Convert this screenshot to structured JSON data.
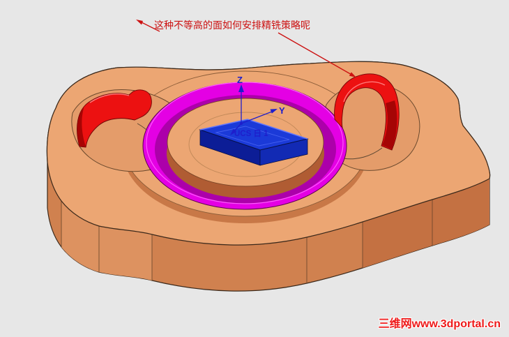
{
  "app": {
    "background": "#e7e7e7"
  },
  "annotation": {
    "text": "这种不等高的面如何安排精铣策略呢",
    "color": "#cc1111"
  },
  "ucs": {
    "z_label": "Z",
    "y_label": "Y",
    "origin_label": "UCS 日 1",
    "color": "#1e1ecc"
  },
  "watermark": {
    "text": "三维网www.3dportal.cn",
    "color": "#ee1a1a"
  },
  "model": {
    "colors": {
      "top_face": "#eca673",
      "front_face": "#d0814f",
      "red_face": "#ec1111",
      "magenta_ring": "#e400e4",
      "blue_boss": "#1b3ad8",
      "pocket_floor": "#e49c6a"
    }
  }
}
